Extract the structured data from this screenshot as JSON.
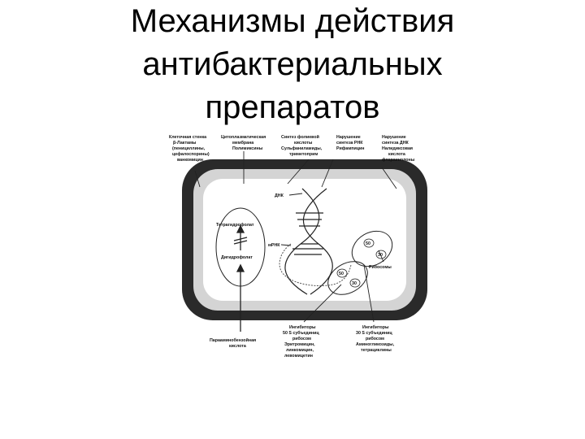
{
  "title": {
    "line1": "Механизмы действия",
    "line2": "антибактериальных",
    "line3": "препаратов"
  },
  "labels": {
    "cell_wall": [
      "Клеточная стенка",
      "β-Лактамы",
      "(пенициллины,",
      "цефалоспорины)",
      "ванкомицин"
    ],
    "cytoplasmic_membrane": [
      "Цитоплазматическая",
      "мембрана",
      "Полимиксины"
    ],
    "folate_synthesis": [
      "Синтез фолиевой",
      "кислоты",
      "Сульфаниламиды,",
      "триметоприм"
    ],
    "rna_synthesis": [
      "Нарушение",
      "синтеза РНК",
      "Рифампицин"
    ],
    "dna_synthesis": [
      "Нарушение",
      "синтеза ДНК",
      "Налидиксовая",
      "кислота",
      "фторхинолоны"
    ],
    "dna": "ДНК",
    "mrna": "мРНК",
    "ribosomes": "Рибосомы",
    "tetrahydrofolate": "Тетрагидрофолат",
    "dihydrofolate": "Дигидрофолат",
    "paba": [
      "Парааминобензойная",
      "кислота"
    ],
    "inhibitors_50s": [
      "Ингибиторы",
      "50 S субъединиц",
      "рибосом",
      "Эритромицин,",
      "линкомицин,",
      "левомицетин"
    ],
    "inhibitors_30s": [
      "Ингибиторы",
      "30 S субъединиц",
      "рибосом",
      "Аминогликозиды,",
      "тетрациклины"
    ],
    "ribosome_50": "50",
    "ribosome_30": "30"
  },
  "colors": {
    "text": "#000000",
    "cell_wall": "#2a2a2a",
    "cell_inner": "#d9d9d9",
    "cytoplasm": "#ffffff"
  }
}
